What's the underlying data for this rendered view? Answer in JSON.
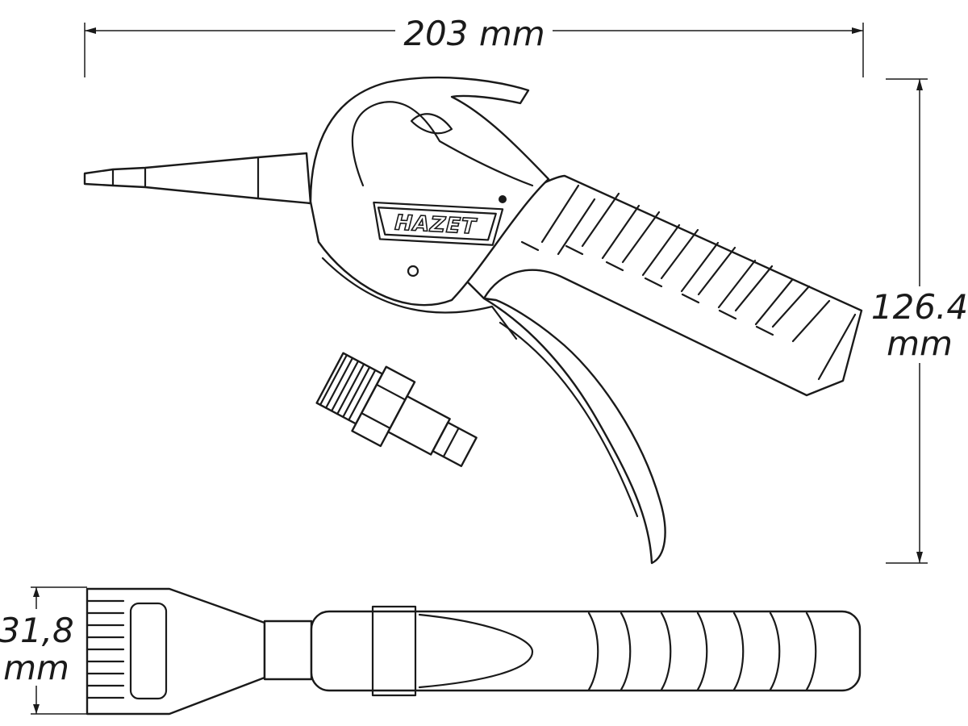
{
  "dimensions": {
    "length": "203 mm",
    "height_value": "126.4",
    "height_unit": "mm",
    "width_value": "31,8",
    "width_unit": "mm"
  },
  "logo": {
    "brand": "HAZET"
  }
}
